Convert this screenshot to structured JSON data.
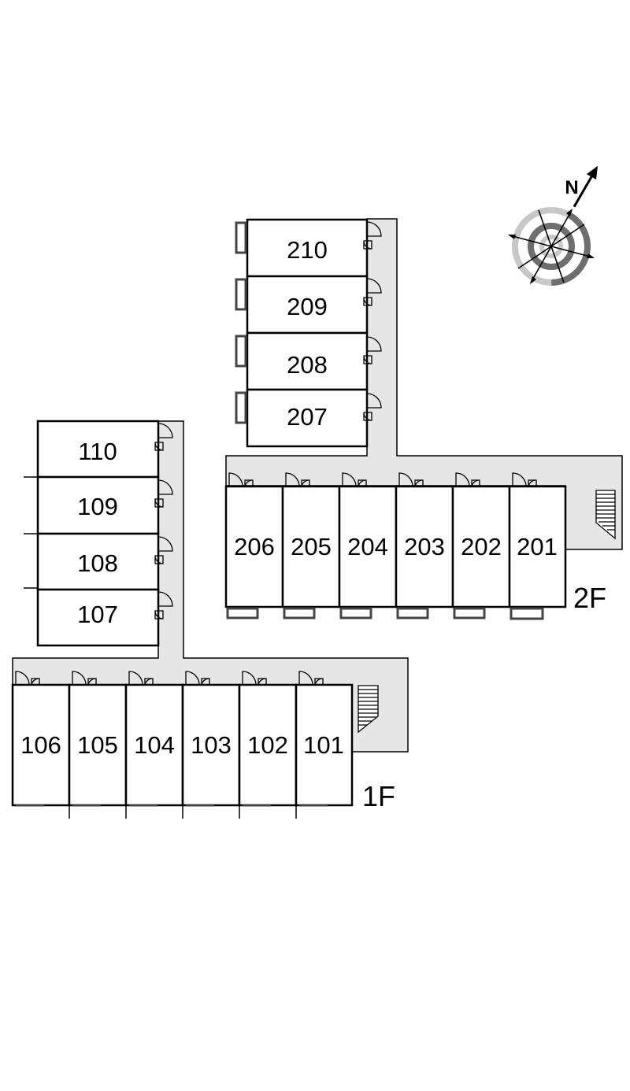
{
  "floors": [
    {
      "label": "2F",
      "units_vertical": [
        "210",
        "209",
        "208",
        "207"
      ],
      "units_row": [
        "206",
        "205",
        "204",
        "203",
        "202",
        "201"
      ]
    },
    {
      "label": "1F",
      "units_vertical": [
        "110",
        "109",
        "108",
        "107"
      ],
      "units_row": [
        "106",
        "105",
        "104",
        "103",
        "102",
        "101"
      ]
    }
  ],
  "compass": {
    "north_label": "N",
    "icon": "compass-icon"
  },
  "colors": {
    "corridor": "#e6e6e6",
    "line": "#000000",
    "compass_ring_dark": "#6e6e6e",
    "compass_ring_light": "#c8c8c8"
  }
}
